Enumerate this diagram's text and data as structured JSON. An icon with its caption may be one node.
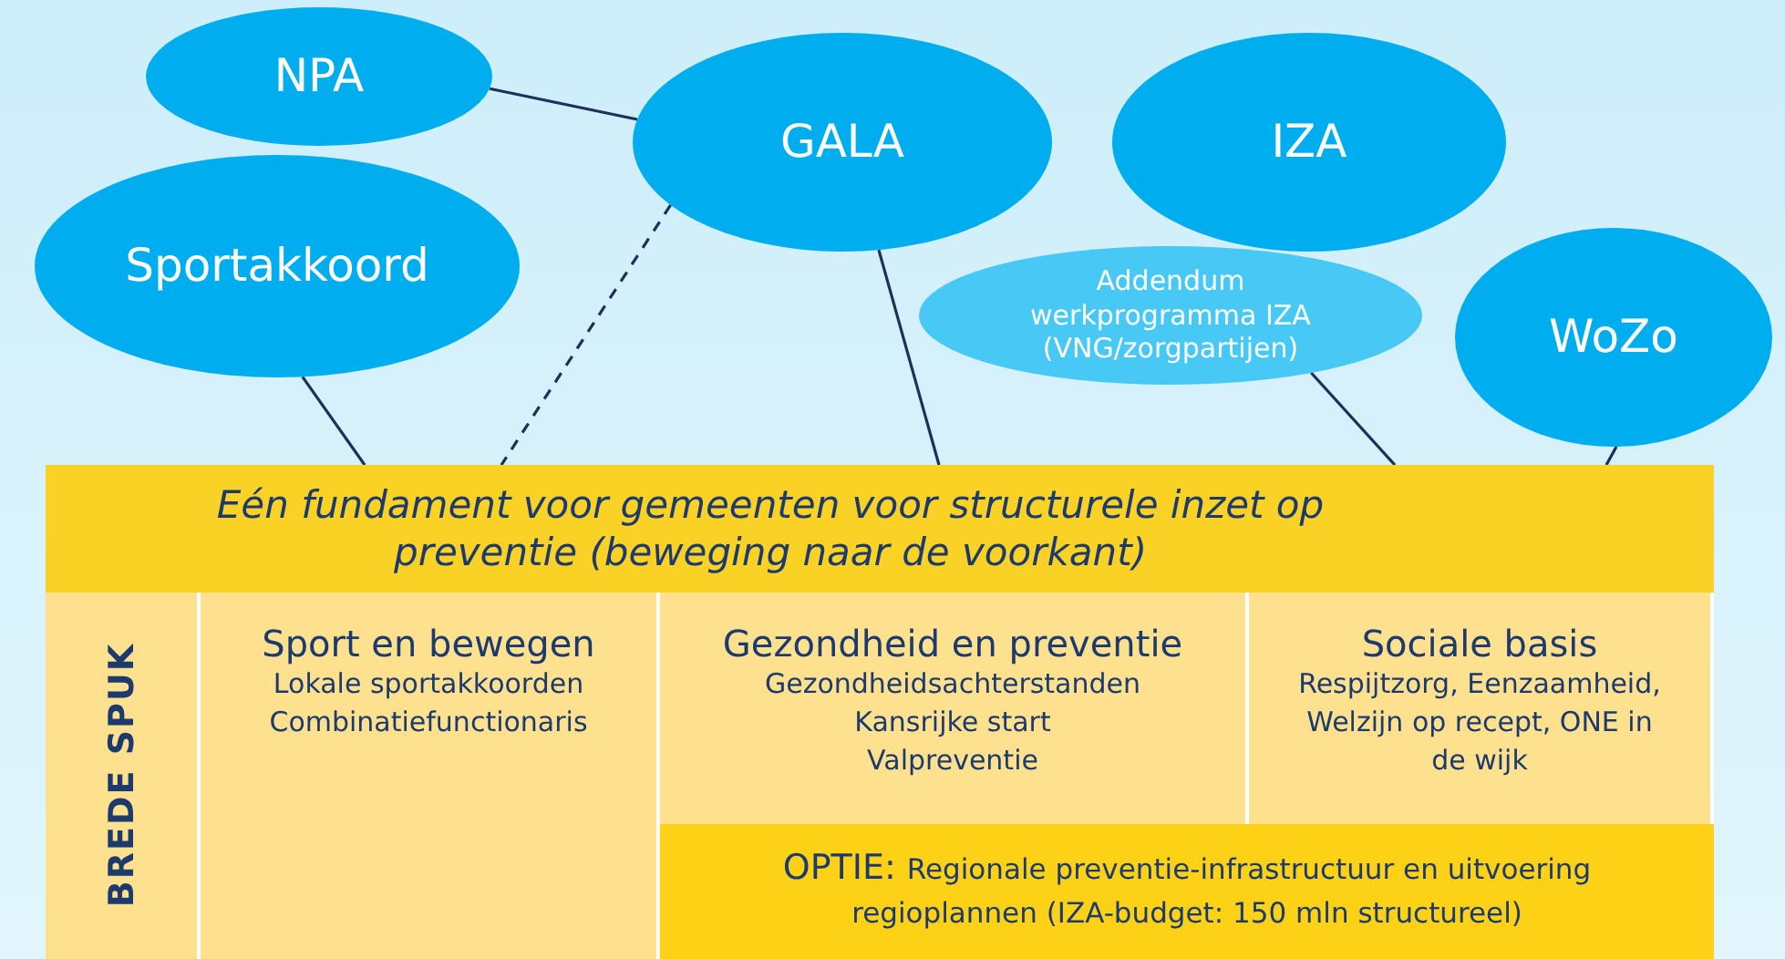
{
  "diagram": {
    "nodes": [
      {
        "text": [
          "NPA"
        ]
      },
      {
        "text": [
          "GALA"
        ]
      },
      {
        "text": [
          "IZA"
        ]
      },
      {
        "text": [
          "Sportakkoord"
        ]
      },
      {
        "text": [
          "Addendum werkprogramma IZA (VNG/zorgpartijen)"
        ]
      },
      {
        "text": [
          "WoZo"
        ]
      },
      {
        "text": [
          "Eén fundament voor gemeenten voor structurele inzet op preventie (beweging naar de voorkant)"
        ]
      },
      {
        "text": [
          "BREDE SPUK"
        ]
      },
      {
        "text": [
          "Sport en bewegen",
          "Lokale sportakkoorden",
          "Combinatiefunctionaris"
        ]
      },
      {
        "text": [
          "Gezondheid en preventie",
          "Gezondheidsachterstanden",
          "Kansrijke start",
          "Valpreventie"
        ]
      },
      {
        "text": [
          "Sociale basis",
          "Respijtzorg, Eenzaamheid, Welzijn op recept, ONE in de wijk"
        ]
      },
      {
        "text": [
          "OPTIE:",
          "Regionale preventie-infrastructuur en uitvoering regioplannen (IZA-budget: 150 mln structureel)"
        ]
      }
    ],
    "edges": [
      {
        "from": 0,
        "to": 1,
        "arrow": "none"
      },
      {
        "from": 3,
        "to": 6,
        "arrow": "none"
      },
      {
        "from": 1,
        "to": 6,
        "arrow": "none",
        "style": "dashed"
      },
      {
        "from": 1,
        "to": 6,
        "arrow": "none"
      },
      {
        "from": 4,
        "to": 6,
        "arrow": "none"
      },
      {
        "from": 5,
        "to": 6,
        "arrow": "none"
      }
    ]
  }
}
